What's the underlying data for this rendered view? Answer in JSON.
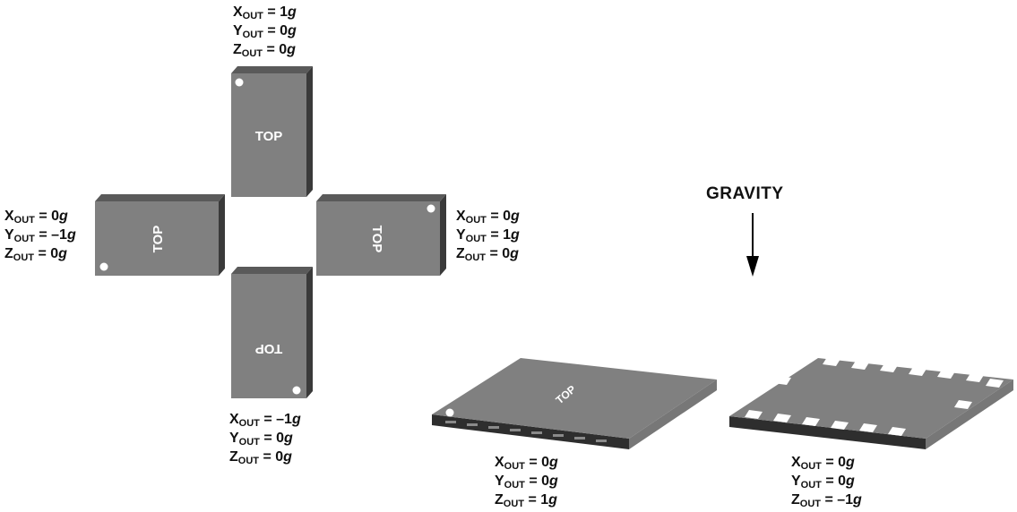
{
  "top_marking": "TOP",
  "gravity_label": "GRAVITY",
  "labels": [
    {
      "id": "orient-top",
      "lines": [
        [
          "X",
          "OUT",
          " = 1",
          "g"
        ],
        [
          "Y",
          "OUT",
          " = 0",
          "g"
        ],
        [
          "Z",
          "OUT",
          " = 0",
          "g"
        ]
      ]
    },
    {
      "id": "orient-left",
      "lines": [
        [
          "X",
          "OUT",
          " = 0",
          "g"
        ],
        [
          "Y",
          "OUT",
          " = –1",
          "g"
        ],
        [
          "Z",
          "OUT",
          " = 0",
          "g"
        ]
      ]
    },
    {
      "id": "orient-right",
      "lines": [
        [
          "X",
          "OUT",
          " = 0",
          "g"
        ],
        [
          "Y",
          "OUT",
          " = 1",
          "g"
        ],
        [
          "Z",
          "OUT",
          " = 0",
          "g"
        ]
      ]
    },
    {
      "id": "orient-bottom",
      "lines": [
        [
          "X",
          "OUT",
          " = –1",
          "g"
        ],
        [
          "Y",
          "OUT",
          " = 0",
          "g"
        ],
        [
          "Z",
          "OUT",
          " = 0",
          "g"
        ]
      ]
    },
    {
      "id": "orient-flat-up",
      "lines": [
        [
          "X",
          "OUT",
          " = 0",
          "g"
        ],
        [
          "Y",
          "OUT",
          " = 0",
          "g"
        ],
        [
          "Z",
          "OUT",
          " = 1",
          "g"
        ]
      ]
    },
    {
      "id": "orient-flat-down",
      "lines": [
        [
          "X",
          "OUT",
          " = 0",
          "g"
        ],
        [
          "Y",
          "OUT",
          " = 0",
          "g"
        ],
        [
          "Z",
          "OUT",
          " = –1",
          "g"
        ]
      ]
    }
  ],
  "colors": {
    "package_face": "#808080",
    "package_side": "#3a3a3a",
    "pin_mark": "#ffffff",
    "pads": "#ffffff",
    "arrow": "#000000"
  }
}
